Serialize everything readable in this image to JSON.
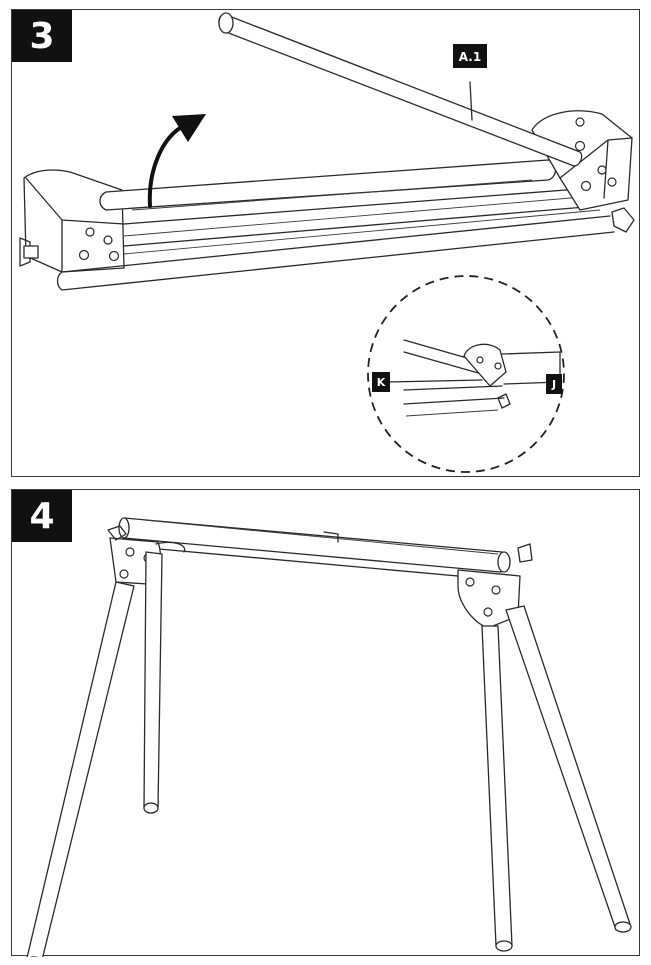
{
  "steps": [
    {
      "number": "3",
      "labels": {
        "part": "A.1",
        "detail_left": "K",
        "detail_right": "J"
      }
    },
    {
      "number": "4"
    }
  ],
  "colors": {
    "ink": "#111111",
    "line": "#2a2a2a",
    "background": "#ffffff"
  }
}
